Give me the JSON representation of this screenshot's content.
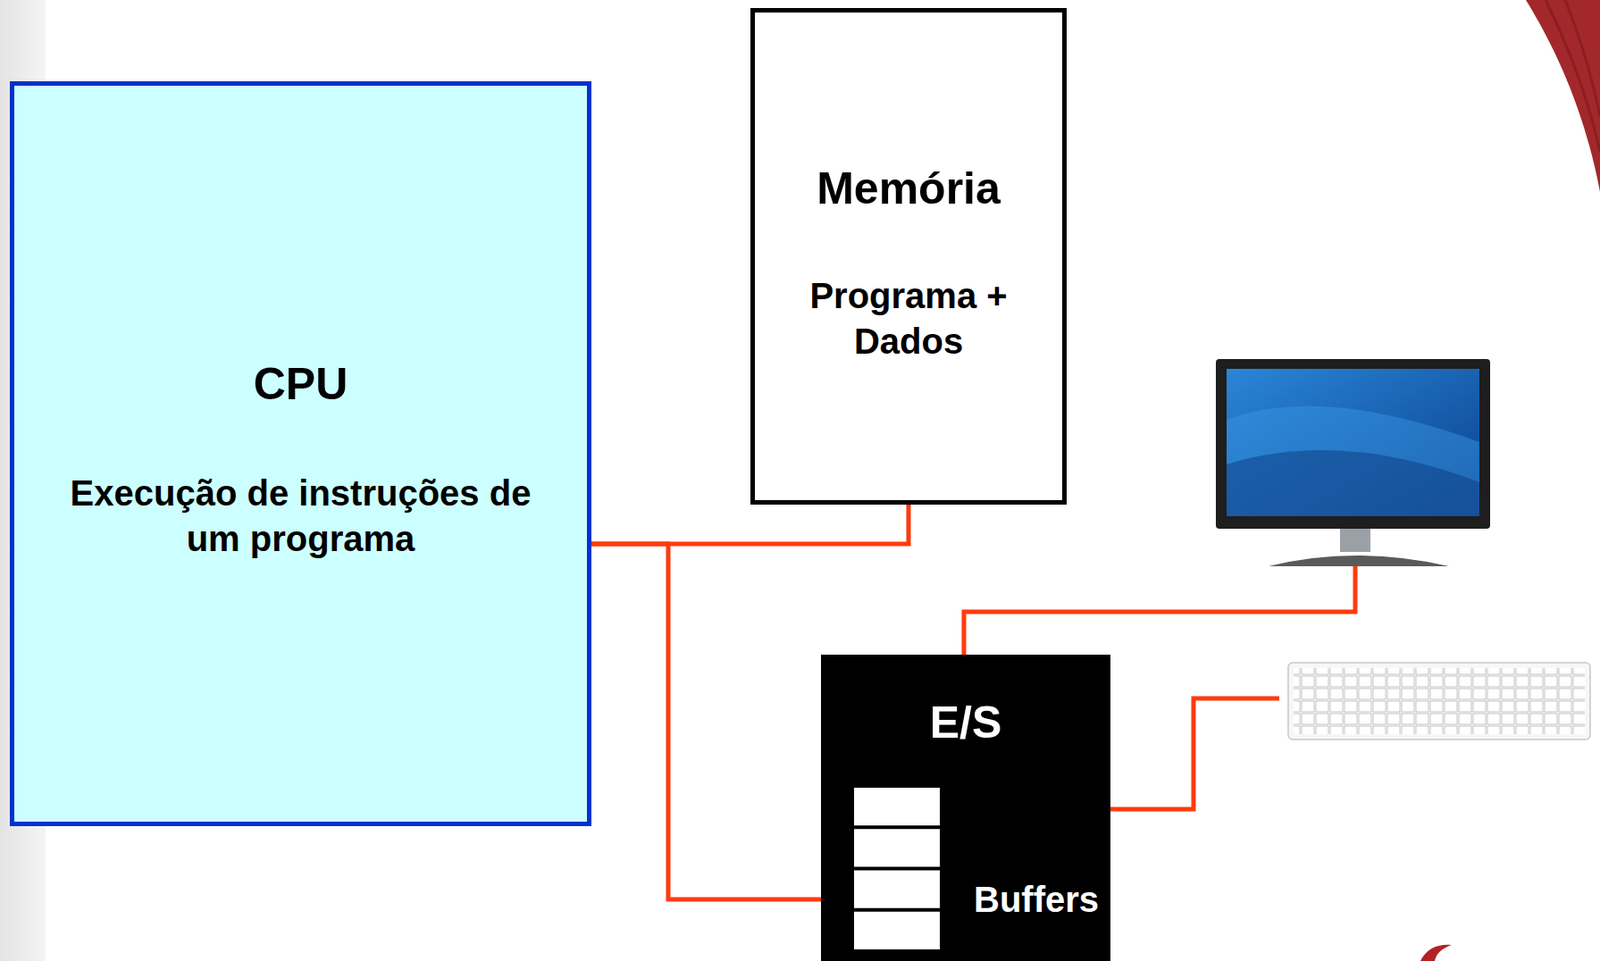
{
  "diagram": {
    "nodes": [
      {
        "text": [
          "CPU",
          "Execução de instruções de um programa"
        ]
      },
      {
        "text": [
          "Memória",
          "Programa + Dados"
        ]
      },
      {
        "text": [
          "E/S"
        ]
      },
      {
        "text": [
          "Buffers"
        ],
        "in": 2
      }
    ],
    "edges": [
      {
        "from": 0,
        "to": 1,
        "arrow": "none"
      },
      {
        "from": 0,
        "to": 2,
        "arrow": "none"
      }
    ]
  }
}
